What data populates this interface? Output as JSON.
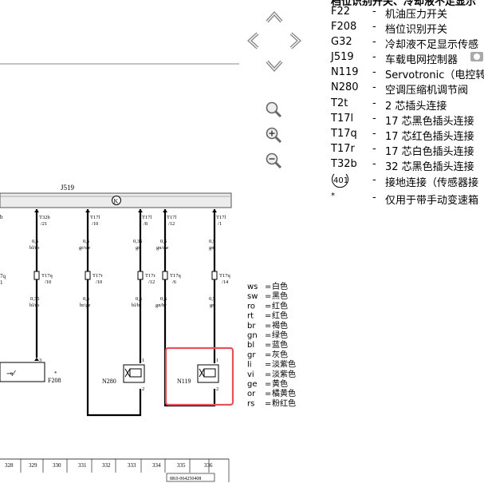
{
  "legend": {
    "header": "档位识别开关、冷却液不足显示",
    "items": [
      {
        "code": "F22",
        "desc": "机油压力开关"
      },
      {
        "code": "F208",
        "desc": "档位识别开关"
      },
      {
        "code": "G32",
        "desc": "冷却液不足显示传感"
      },
      {
        "code": "J519",
        "desc": "车载电网控制器"
      },
      {
        "code": "N119",
        "desc": "Servotronic（电控转"
      },
      {
        "code": "N280",
        "desc": "空调压缩机调节阀"
      },
      {
        "code": "T2t",
        "desc": "2 芯插头连接"
      },
      {
        "code": "T17l",
        "desc": "17 芯黑色插头连接"
      },
      {
        "code": "T17q",
        "desc": "17 芯红色插头连接"
      },
      {
        "code": "T17r",
        "desc": "17 芯白色插头连接"
      },
      {
        "code": "T32b",
        "desc": "32 芯黑色插头连接"
      },
      {
        "code": "401",
        "desc": "接地连接（传感器接"
      },
      {
        "code": "*",
        "desc": "仅用于带手动变速箱"
      }
    ]
  },
  "nav": {
    "up": "arrow-up",
    "left": "arrow-left",
    "right": "arrow-right",
    "down": "arrow-down",
    "zoom": "magnifier",
    "zoom_in": "zoom-in",
    "zoom_out": "zoom-out"
  },
  "diagram": {
    "j519_label": "J519",
    "top_wires": [
      {
        "conn": "T32b",
        "pin": "/21",
        "size": "0,5",
        "color": "bl/ro"
      },
      {
        "conn": "T17l",
        "pin": "/10",
        "size": "0,5",
        "color": "gr/sw"
      },
      {
        "conn": "T17l",
        "pin": "/8",
        "size": "0,35",
        "color": "gr"
      },
      {
        "conn": "T17l",
        "pin": "/12",
        "size": "0,5",
        "color": "gn/sw"
      },
      {
        "conn": "T17l",
        "pin": "/1",
        "size": "0,5",
        "color": "gn"
      }
    ],
    "left_cut_top": "b",
    "left_cut_mid": "7q",
    "left_cut_mid2": "1",
    "mid_connectors": [
      {
        "conn": "T17q",
        "pin": "/10",
        "size": "0,35",
        "color": "bl/ro"
      },
      {
        "conn": "T17r",
        "pin": "/10",
        "size": "0,5",
        "color": "br/ge"
      },
      {
        "conn": "T17r",
        "pin": "/12",
        "size": "0,5",
        "color": "bl/br"
      },
      {
        "conn": "T17q",
        "pin": "/6",
        "size": "0,5",
        "color": "gn/br"
      },
      {
        "conn": "T17q",
        "pin": "/14",
        "size": "0,5",
        "color": "gn"
      }
    ],
    "f208_label": "F208",
    "f208_star": "*",
    "f208_pin": "3",
    "n280_label": "N280",
    "n119_label": "N119",
    "pin1": "1",
    "pin2": "2",
    "ruler": [
      "328",
      "329",
      "330",
      "331",
      "332",
      "333",
      "334",
      "335",
      "336"
    ],
    "doc_number": "8K0-064250408"
  },
  "colors": {
    "accent_box": "#e8505b",
    "codes": [
      {
        "code": "ws",
        "name": "白色"
      },
      {
        "code": "sw",
        "name": "黑色"
      },
      {
        "code": "ro",
        "name": "红色"
      },
      {
        "code": "rt",
        "name": "红色"
      },
      {
        "code": "br",
        "name": "褐色"
      },
      {
        "code": "gn",
        "name": "绿色"
      },
      {
        "code": "bl",
        "name": "蓝色"
      },
      {
        "code": "gr",
        "name": "灰色"
      },
      {
        "code": "li",
        "name": "淡紫色"
      },
      {
        "code": "vi",
        "name": "淡紫色"
      },
      {
        "code": "ge",
        "name": "黄色"
      },
      {
        "code": "or",
        "name": "橘黄色"
      },
      {
        "code": "rs",
        "name": "粉红色"
      }
    ]
  }
}
